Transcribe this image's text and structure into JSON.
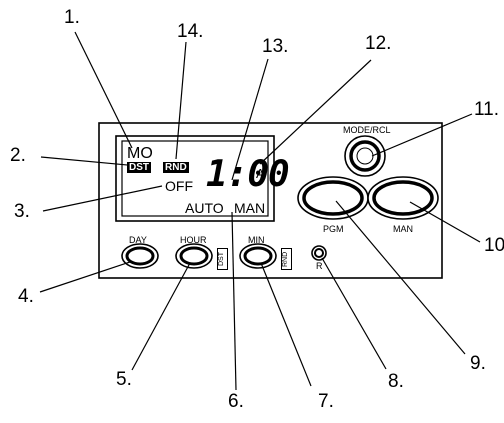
{
  "display": {
    "day": "MO",
    "dst": "DST",
    "rnd": "RND",
    "off": "OFF",
    "time": "1:00",
    "ampm": "A",
    "auto": "AUTO",
    "man": "MAN"
  },
  "buttons": {
    "day": "DAY",
    "hour": "HOUR",
    "hour_tag": "DST",
    "min": "MIN",
    "min_tag": "RND",
    "reset": "R",
    "pgm": "PGM",
    "man": "MAN",
    "mode": "MODE/RCL"
  },
  "callouts": {
    "n1": "1.",
    "n2": "2.",
    "n3": "3.",
    "n4": "4.",
    "n5": "5.",
    "n6": "6.",
    "n7": "7.",
    "n8": "8.",
    "n9": "9.",
    "n10": "10",
    "n11": "11.",
    "n12": "12.",
    "n13": "13.",
    "n14": "14."
  }
}
